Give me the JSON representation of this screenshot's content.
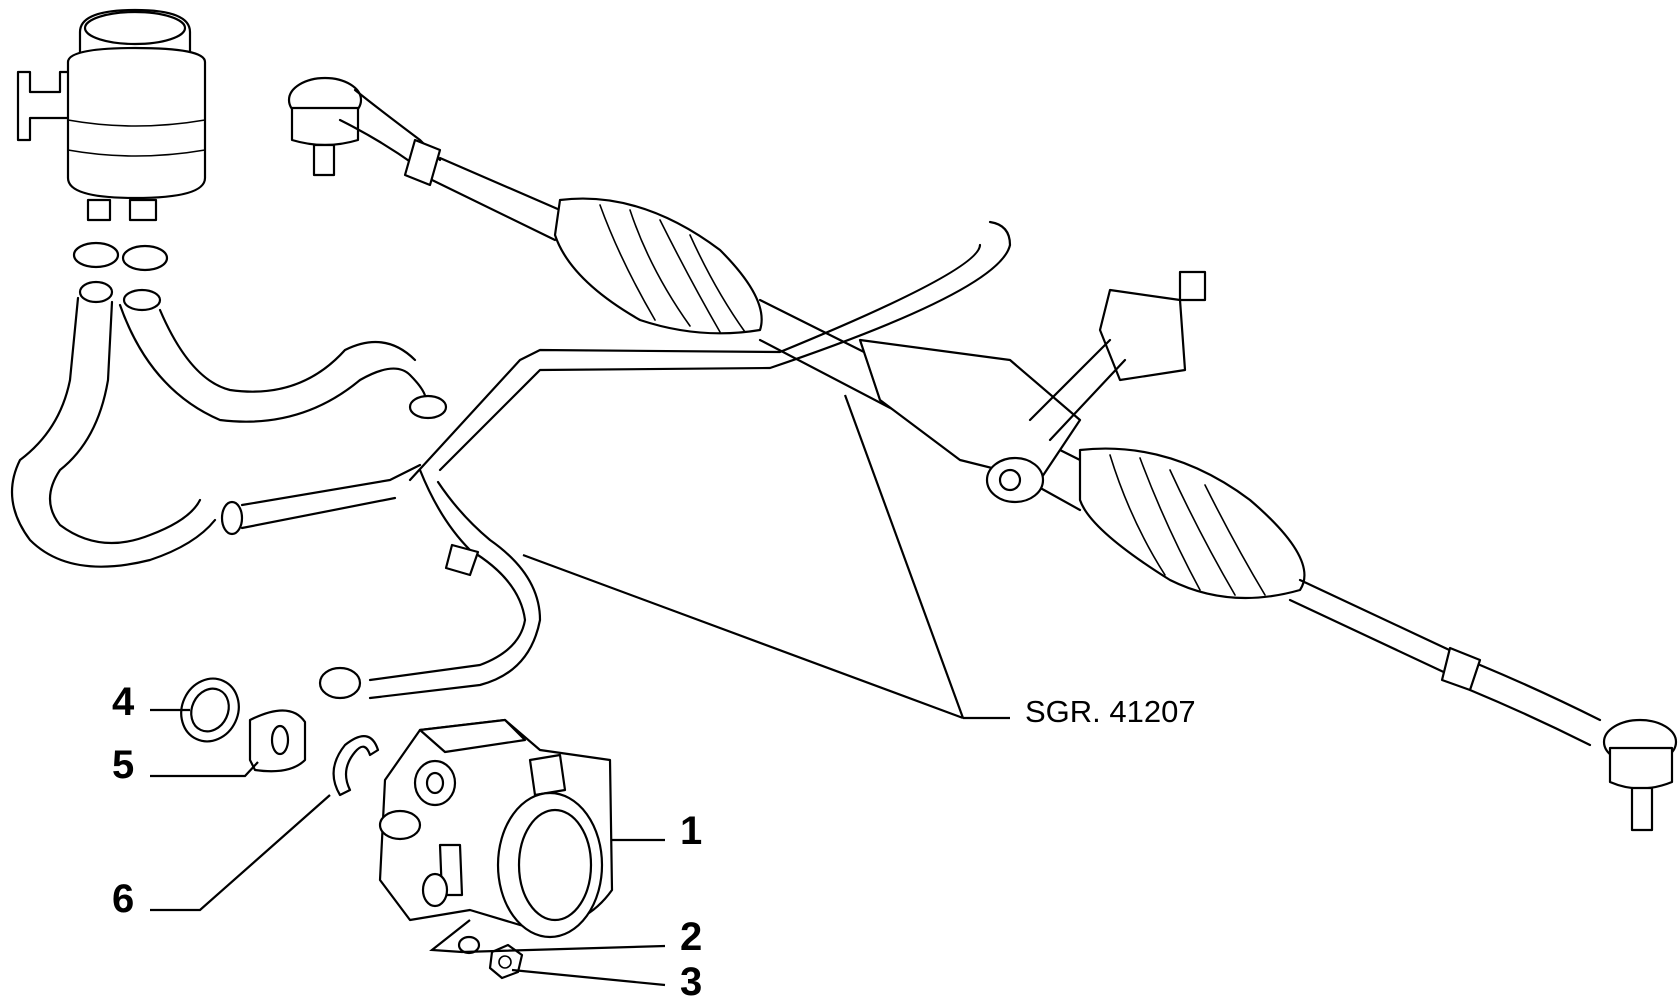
{
  "reference_label": "SGR. 41207",
  "callouts": [
    {
      "id": "1",
      "label": "1"
    },
    {
      "id": "2",
      "label": "2"
    },
    {
      "id": "3",
      "label": "3"
    },
    {
      "id": "4",
      "label": "4"
    },
    {
      "id": "5",
      "label": "5"
    },
    {
      "id": "6",
      "label": "6"
    }
  ]
}
